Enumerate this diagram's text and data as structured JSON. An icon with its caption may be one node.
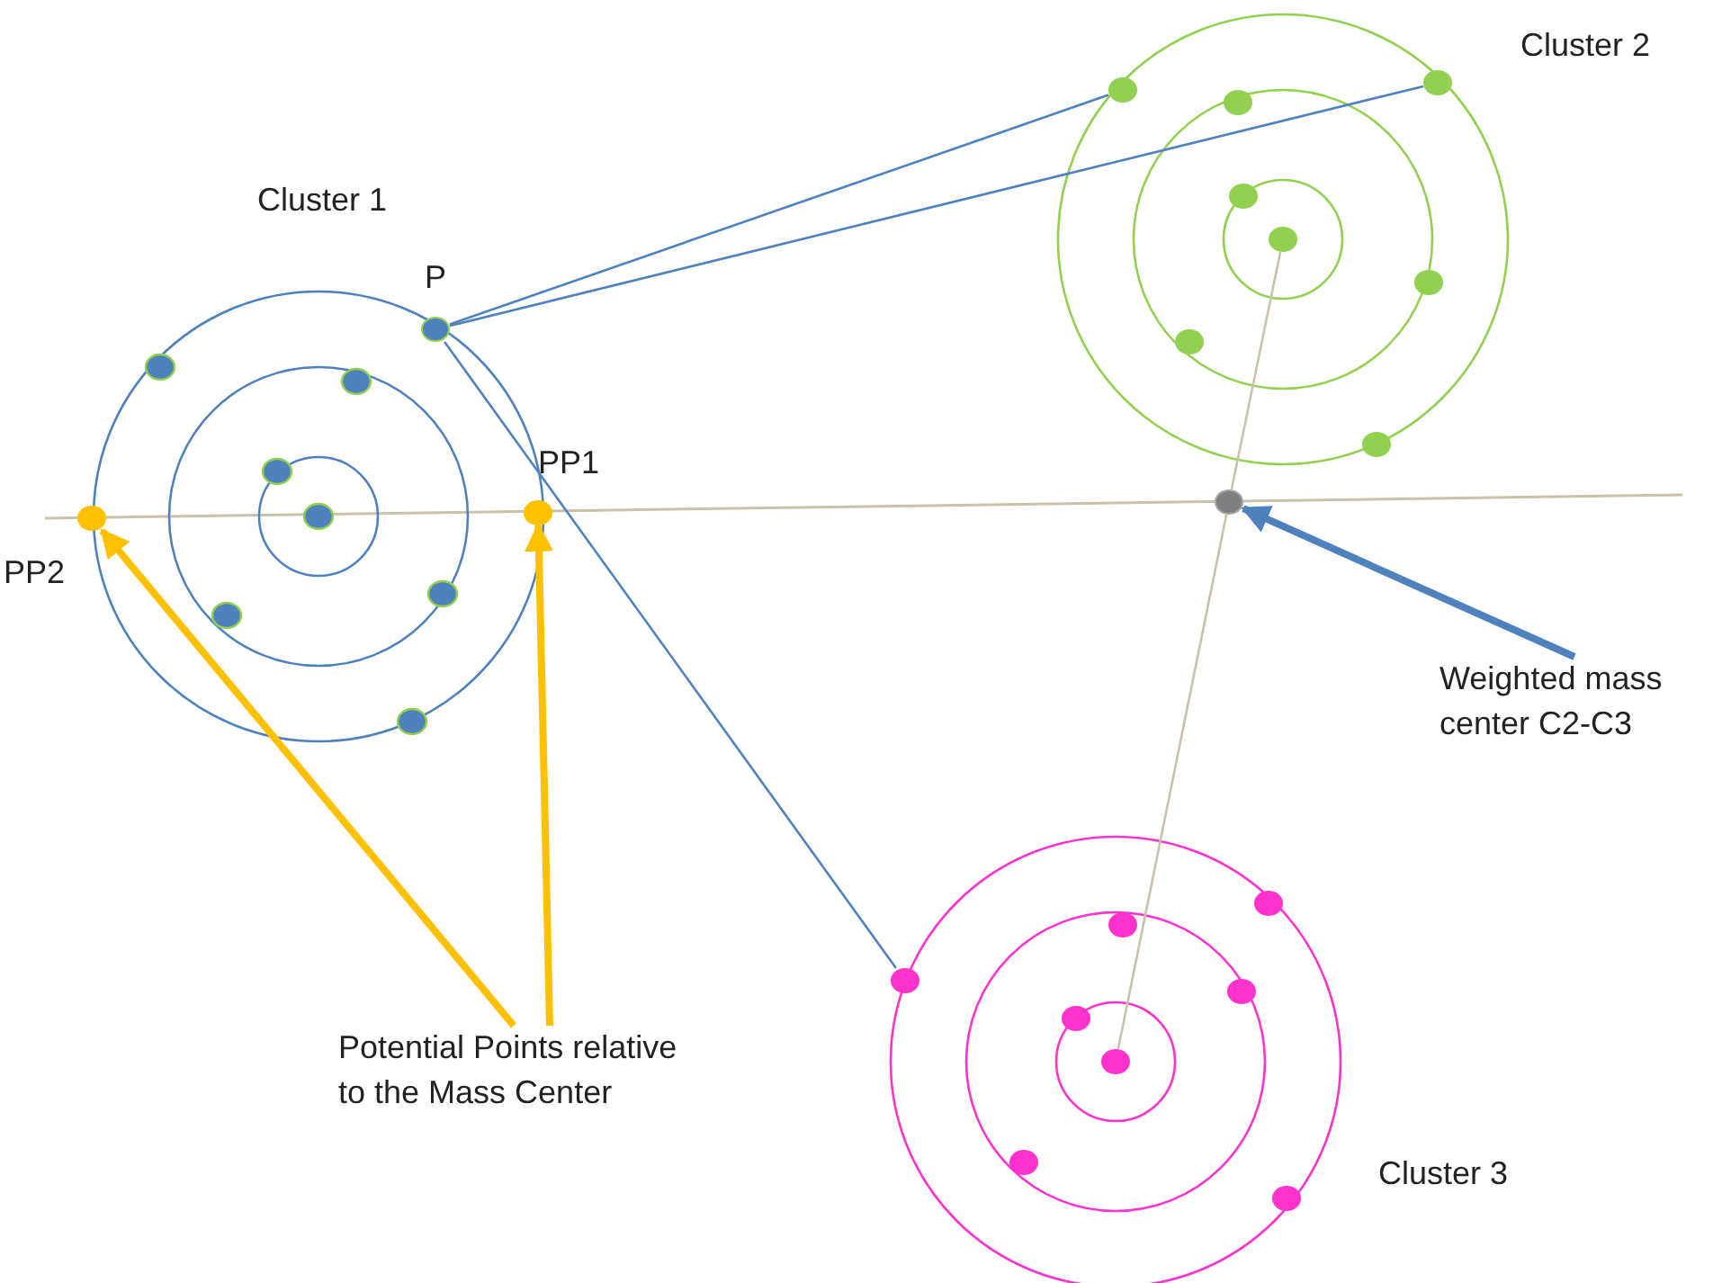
{
  "diagram": {
    "nodes": [
      {
        "text": [
          "P"
        ]
      },
      {
        "text": [],
        "shape": "circle"
      },
      {
        "text": [],
        "shape": "circle"
      },
      {
        "text": [],
        "shape": "circle"
      },
      {
        "text": [
          "PP1"
        ]
      },
      {
        "text": [
          "PP2"
        ]
      },
      {
        "text": [],
        "shape": "circle"
      },
      {
        "text": [
          "Potential Points relative to the Mass Center"
        ]
      },
      {
        "text": [
          "Weighted mass center C2-C3"
        ]
      },
      {
        "text": [],
        "shape": "circle"
      },
      {
        "text": [],
        "shape": "circle"
      }
    ],
    "edges": [
      {
        "from": 0,
        "to": 1,
        "arrow": "none"
      },
      {
        "from": 0,
        "to": 2,
        "arrow": "none"
      },
      {
        "from": 0,
        "to": 3,
        "arrow": "none"
      },
      {
        "from": 7,
        "to": 5,
        "arrow": "to",
        "style": "thick",
        "color": "#ffc000"
      },
      {
        "from": 7,
        "to": 4,
        "arrow": "to",
        "style": "thick",
        "color": "#ffc000"
      },
      {
        "from": 8,
        "to": 6,
        "arrow": "to",
        "style": "thick"
      },
      {
        "from": 9,
        "to": 6,
        "arrow": "none",
        "color": "#c9c1a9"
      },
      {
        "from": 6,
        "to": 10,
        "arrow": "none",
        "color": "#c9c1a9"
      }
    ],
    "labels": [
      "Cluster 2",
      "Cluster 1",
      "Cluster 3"
    ]
  }
}
